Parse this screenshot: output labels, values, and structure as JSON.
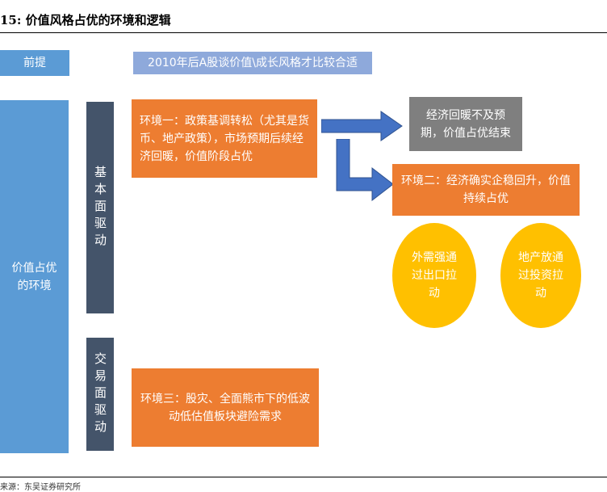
{
  "header": {
    "title": "15:  价值风格占优的环境和逻辑",
    "source": "来源：东吴证券研究所"
  },
  "diagram": {
    "premise_label": "前提",
    "premise_text": "2010年后A股谈价值\\成长风格才比较合适",
    "left_label": "价值占优的环境",
    "fundamental_label": "基本面驱动",
    "trading_label": "交易面驱动",
    "env1": "环境一：政策基调转松（尤其是货币、地产政策），市场预期后续经济回暖，价值阶段占优",
    "outcome_gray": "经济回暖不及预期，价值占优结束",
    "env2": "环境二：经济确实企稳回升，价值持续占优",
    "circle_left": "外需强通过出口拉动",
    "circle_right": "地产放通过投资拉动",
    "env3": "环境三：股灾、全面熊市下的低波动低估值板块避险需求"
  },
  "colors": {
    "blue": "#5B9BD5",
    "light_blue": "#8EA9DB",
    "slate": "#44546A",
    "orange": "#ED7D31",
    "gray": "#7F7F7F",
    "gold": "#FFC000",
    "arrow": "#4472C4"
  }
}
